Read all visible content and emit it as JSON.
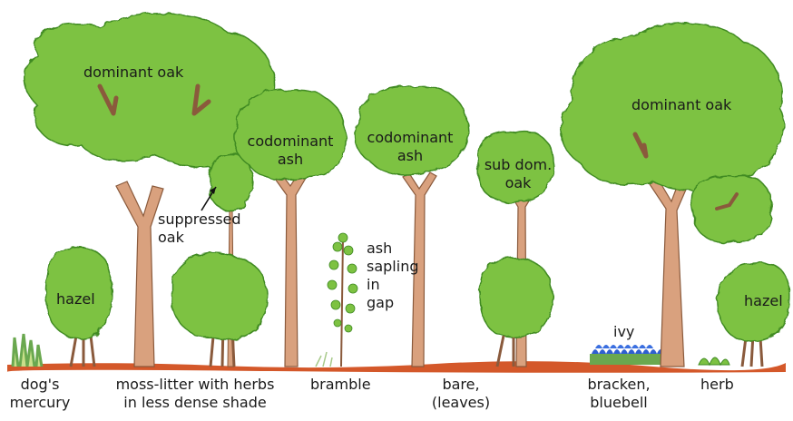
{
  "colors": {
    "canopy": "#7dc242",
    "canopy_edge": "#3f8a22",
    "trunk": "#d9a17e",
    "trunk_edge": "#8a5a3c",
    "ground": "#d4582a",
    "bluebell": "#2f5fd0"
  },
  "tree_labels": {
    "oak_left": "dominant oak",
    "ash_1": [
      "codominant",
      "ash"
    ],
    "ash_2": [
      "codominant",
      "ash"
    ],
    "sub_dom_oak": [
      "sub dom.",
      "oak"
    ],
    "oak_right": "dominant oak",
    "suppressed_oak": [
      "suppressed",
      "oak"
    ],
    "hazel_left": "hazel",
    "hazel_right": "hazel",
    "ash_sapling": [
      "ash",
      "sapling",
      "in",
      "gap"
    ],
    "ivy": "ivy"
  },
  "ground_labels": {
    "dogs_mercury": [
      "dog's",
      "mercury"
    ],
    "moss_litter": [
      "moss-litter with herbs",
      "in less dense shade"
    ],
    "bramble": "bramble",
    "bare": [
      "bare,",
      "(leaves)"
    ],
    "bracken": [
      "bracken,",
      "bluebell"
    ],
    "herb": "herb"
  }
}
